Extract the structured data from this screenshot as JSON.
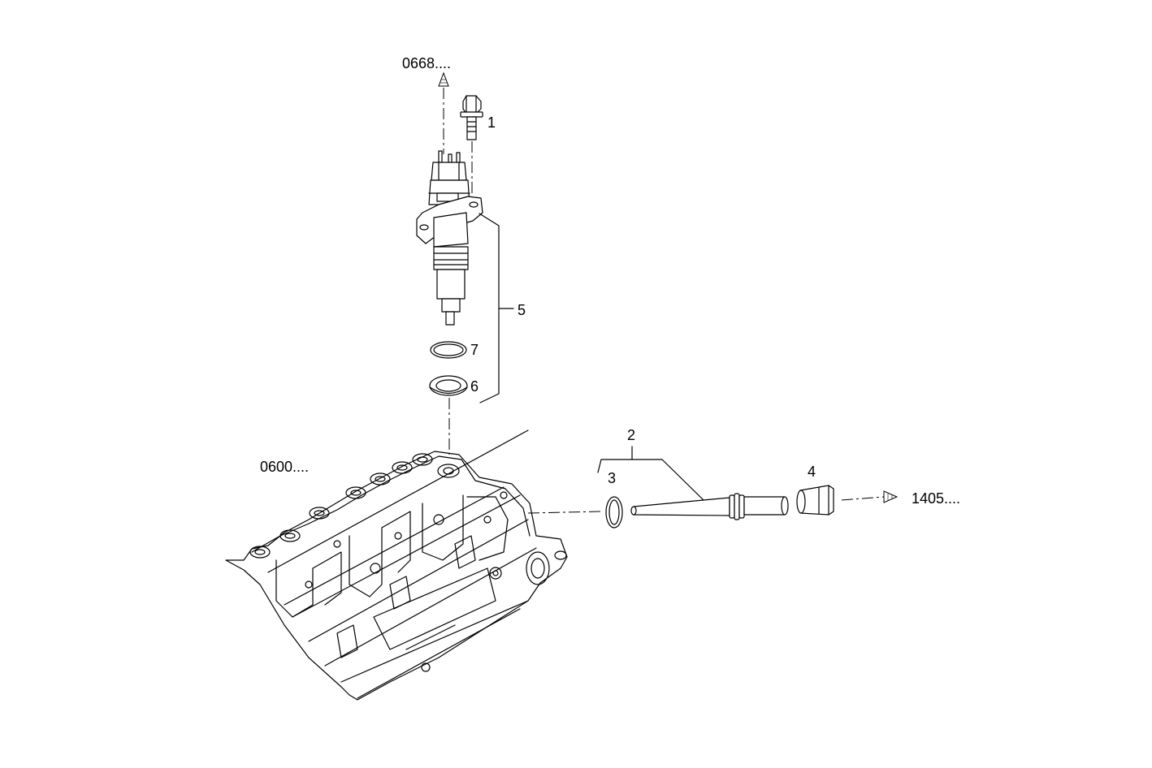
{
  "diagram": {
    "callouts": {
      "c1": "1",
      "c2": "2",
      "c3": "3",
      "c4": "4",
      "c5": "5",
      "c6": "6",
      "c7": "7"
    },
    "references": {
      "upper": "0668....",
      "head": "0600....",
      "right": "1405...."
    }
  }
}
